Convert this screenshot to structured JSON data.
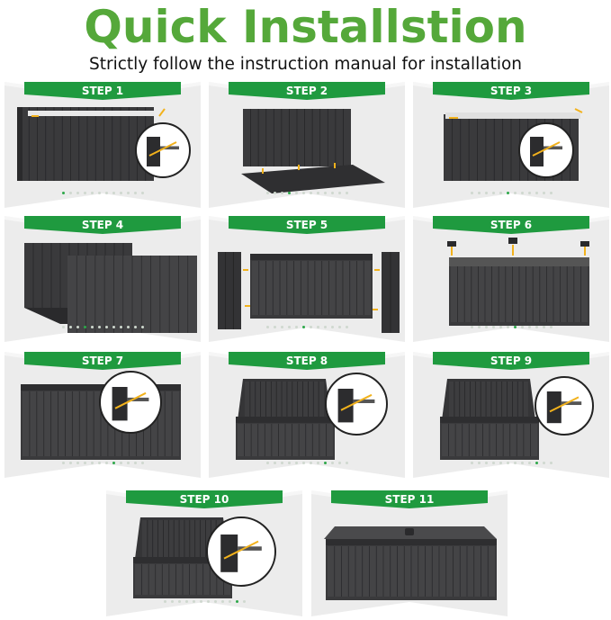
{
  "header": {
    "title": "Quick Installstion",
    "subtitle": "Strictly follow the instruction manual for installation"
  },
  "colors": {
    "title_green": "#55a83a",
    "banner_green": "#1f9a3f",
    "card_bg": "#ececec",
    "product_dark": "#3a3a3c",
    "accent_arrow": "#f2b21c"
  },
  "steps": [
    {
      "label": "STEP 1",
      "art": "side-panel-connectors",
      "dots": 12,
      "active_dot": 0
    },
    {
      "label": "STEP 2",
      "art": "base-panel-attach",
      "dots": 12,
      "active_dot": 3
    },
    {
      "label": "STEP 3",
      "art": "side-panel-handle",
      "dots": 12,
      "active_dot": 5
    },
    {
      "label": "STEP 4",
      "art": "front-back-panels",
      "dots": 12,
      "active_dot": 3
    },
    {
      "label": "STEP 5",
      "art": "end-panels",
      "dots": 12,
      "active_dot": 5
    },
    {
      "label": "STEP 6",
      "art": "corner-caps",
      "dots": 12,
      "active_dot": 6
    },
    {
      "label": "STEP 7",
      "art": "corner-pins",
      "dots": 12,
      "active_dot": 7
    },
    {
      "label": "STEP 8",
      "art": "lid-hinge",
      "dots": 12,
      "active_dot": 8
    },
    {
      "label": "STEP 9",
      "art": "lid-support",
      "dots": 12,
      "active_dot": 9
    },
    {
      "label": "STEP 10",
      "art": "gas-strut",
      "dots": 12,
      "active_dot": 10
    },
    {
      "label": "STEP 11",
      "art": "finished-box",
      "dots": 0,
      "active_dot": -1
    }
  ]
}
